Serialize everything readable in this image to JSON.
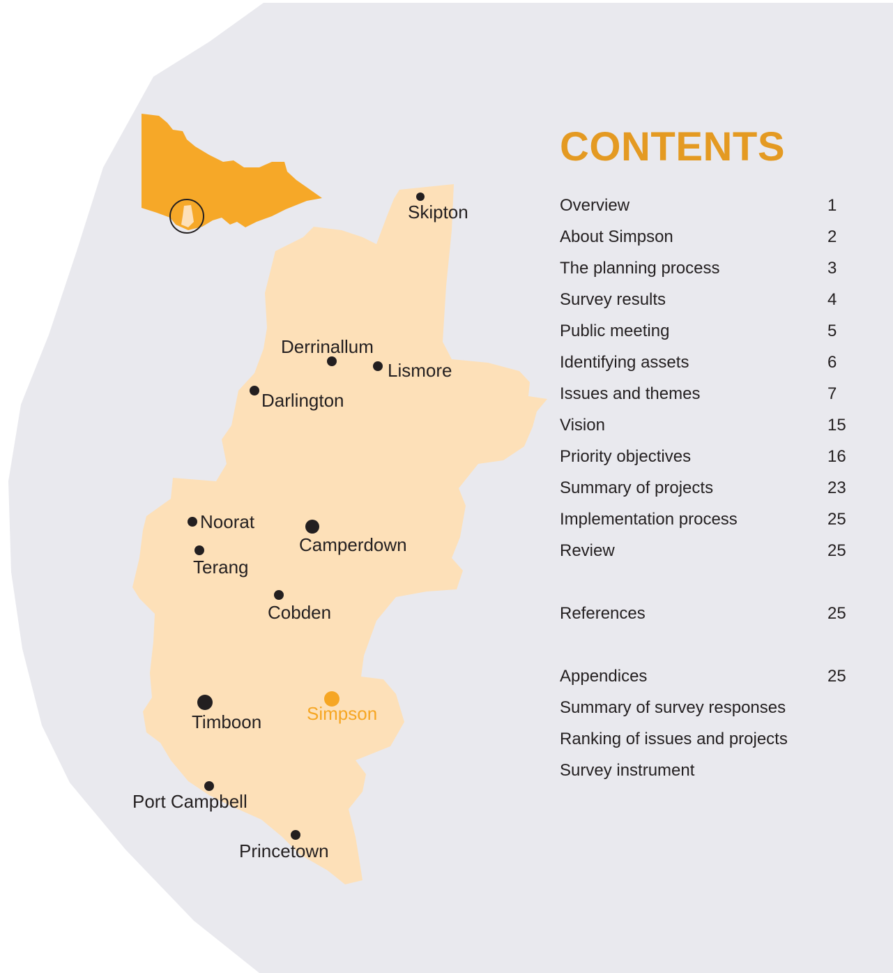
{
  "contents_title": "CONTENTS",
  "toc": [
    {
      "label": "Overview",
      "page": "1"
    },
    {
      "label": "About Simpson",
      "page": "2"
    },
    {
      "label": "The planning process",
      "page": "3"
    },
    {
      "label": "Survey results",
      "page": "4"
    },
    {
      "label": "Public meeting",
      "page": "5"
    },
    {
      "label": "Identifying assets",
      "page": "6"
    },
    {
      "label": "Issues and themes",
      "page": "7"
    },
    {
      "label": "Vision",
      "page": "15"
    },
    {
      "label": "Priority objectives",
      "page": "16"
    },
    {
      "label": "Summary of projects",
      "page": "23"
    },
    {
      "label": "Implementation process",
      "page": "25"
    },
    {
      "label": "Review",
      "page": "25"
    },
    {
      "label": "",
      "page": ""
    },
    {
      "label": "References",
      "page": "25"
    },
    {
      "label": "",
      "page": ""
    },
    {
      "label": "Appendices",
      "page": "25"
    },
    {
      "label": "Summary of survey responses",
      "page": ""
    },
    {
      "label": "Ranking of issues and projects",
      "page": ""
    },
    {
      "label": "Survey instrument",
      "page": ""
    }
  ],
  "map": {
    "towns": {
      "skipton": "Skipton",
      "derrinallum": "Derrinallum",
      "lismore": "Lismore",
      "darlington": "Darlington",
      "noorat": "Noorat",
      "camperdown": "Camperdown",
      "terang": "Terang",
      "cobden": "Cobden",
      "timboon": "Timboon",
      "simpson": "Simpson",
      "port_campbell": "Port Campbell",
      "princetown": "Princetown"
    },
    "colors": {
      "background_shape": "#e9e9ee",
      "region_fill": "#fde0b8",
      "state_fill": "#f6a828",
      "highlight": "#f6a623",
      "dot": "#231f20"
    }
  }
}
